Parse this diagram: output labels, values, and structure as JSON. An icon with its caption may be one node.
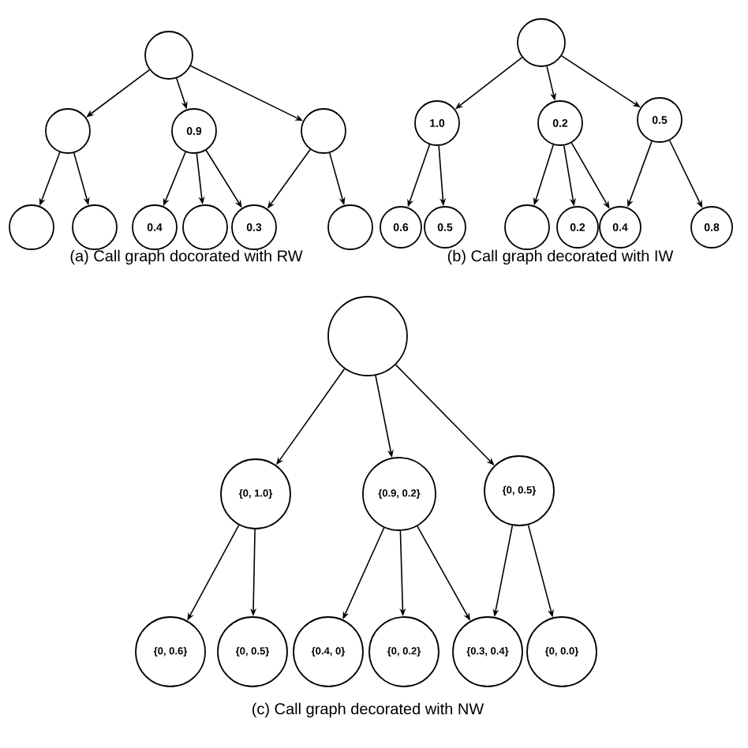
{
  "diagram": {
    "nodes": [
      {
        "text": [],
        "shape": "circle"
      },
      {
        "text": [],
        "shape": "circle"
      },
      {
        "text": [
          "0.9"
        ]
      },
      {
        "text": [],
        "shape": "circle"
      },
      {
        "text": [],
        "shape": "circle"
      },
      {
        "text": [],
        "shape": "circle"
      },
      {
        "text": [
          "0.4"
        ]
      },
      {
        "text": [],
        "shape": "circle"
      },
      {
        "text": [
          "0.3"
        ]
      },
      {
        "text": [],
        "shape": "circle"
      },
      {
        "text": [],
        "shape": "circle"
      },
      {
        "text": [
          "1.0"
        ]
      },
      {
        "text": [
          "0.2"
        ]
      },
      {
        "text": [
          "0.5"
        ]
      },
      {
        "text": [
          "0.6"
        ]
      },
      {
        "text": [
          "0.5"
        ]
      },
      {
        "text": [],
        "shape": "circle"
      },
      {
        "text": [
          "0.2"
        ]
      },
      {
        "text": [
          "0.4"
        ]
      },
      {
        "text": [
          "0.8"
        ]
      },
      {
        "text": [],
        "shape": "circle"
      },
      {
        "text": [
          "{0, 1.0}"
        ]
      },
      {
        "text": [
          "{0.9, 0.2}"
        ]
      },
      {
        "text": [
          "{0, 0.5}"
        ]
      },
      {
        "text": [
          "{0, 0.6}"
        ]
      },
      {
        "text": [
          "{0, 0.5}"
        ]
      },
      {
        "text": [
          "{0.4, 0}"
        ]
      },
      {
        "text": [
          "{0, 0.2}"
        ]
      },
      {
        "text": [
          "{0.3, 0.4}"
        ]
      },
      {
        "text": [
          "{0, 0.0}"
        ]
      }
    ],
    "edges": [
      {
        "from": 0,
        "to": 1,
        "arrow": "to"
      },
      {
        "from": 0,
        "to": 2,
        "arrow": "to"
      },
      {
        "from": 0,
        "to": 3,
        "arrow": "to"
      },
      {
        "from": 1,
        "to": 4,
        "arrow": "to"
      },
      {
        "from": 1,
        "to": 5,
        "arrow": "to"
      },
      {
        "from": 2,
        "to": 6,
        "arrow": "to"
      },
      {
        "from": 2,
        "to": 7,
        "arrow": "to"
      },
      {
        "from": 2,
        "to": 8,
        "arrow": "to"
      },
      {
        "from": 3,
        "to": 8,
        "arrow": "to"
      },
      {
        "from": 3,
        "to": 9,
        "arrow": "to"
      },
      {
        "from": 10,
        "to": 11,
        "arrow": "to"
      },
      {
        "from": 10,
        "to": 12,
        "arrow": "to"
      },
      {
        "from": 10,
        "to": 13,
        "arrow": "to"
      },
      {
        "from": 11,
        "to": 14,
        "arrow": "to"
      },
      {
        "from": 11,
        "to": 15,
        "arrow": "to"
      },
      {
        "from": 12,
        "to": 16,
        "arrow": "to"
      },
      {
        "from": 12,
        "to": 17,
        "arrow": "to"
      },
      {
        "from": 12,
        "to": 18,
        "arrow": "to"
      },
      {
        "from": 13,
        "to": 18,
        "arrow": "to"
      },
      {
        "from": 13,
        "to": 19,
        "arrow": "to"
      },
      {
        "from": 20,
        "to": 21,
        "arrow": "to"
      },
      {
        "from": 20,
        "to": 22,
        "arrow": "to"
      },
      {
        "from": 20,
        "to": 23,
        "arrow": "to"
      },
      {
        "from": 21,
        "to": 24,
        "arrow": "to"
      },
      {
        "from": 21,
        "to": 25,
        "arrow": "to"
      },
      {
        "from": 22,
        "to": 26,
        "arrow": "to"
      },
      {
        "from": 22,
        "to": 27,
        "arrow": "to"
      },
      {
        "from": 22,
        "to": 28,
        "arrow": "to"
      },
      {
        "from": 23,
        "to": 28,
        "arrow": "to"
      },
      {
        "from": 23,
        "to": 29,
        "arrow": "to"
      }
    ],
    "labels": [
      "(a) Call graph docorated with RW",
      "(b) Call graph decorated with  IW",
      "(c) Call graph decorated with NW"
    ]
  }
}
